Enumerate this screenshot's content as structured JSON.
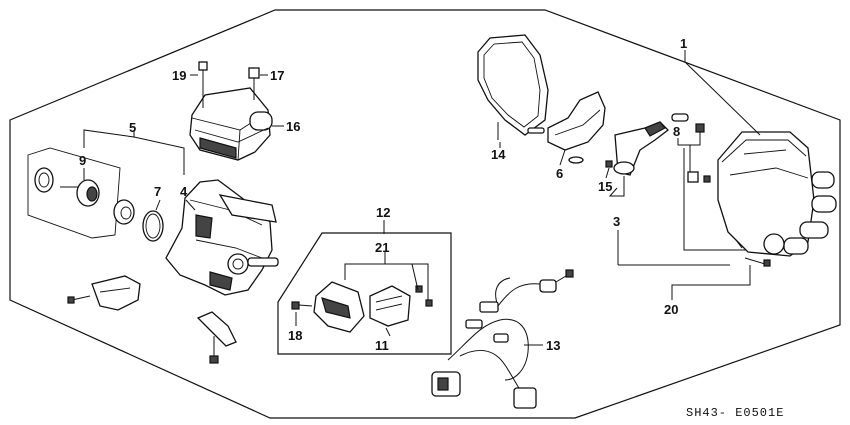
{
  "callouts": [
    {
      "id": "c1",
      "text": "1"
    },
    {
      "id": "c3",
      "text": "3"
    },
    {
      "id": "c4",
      "text": "4"
    },
    {
      "id": "c5",
      "text": "5"
    },
    {
      "id": "c6",
      "text": "6"
    },
    {
      "id": "c7",
      "text": "7"
    },
    {
      "id": "c8",
      "text": "8"
    },
    {
      "id": "c9",
      "text": "9"
    },
    {
      "id": "c11",
      "text": "11"
    },
    {
      "id": "c12",
      "text": "12"
    },
    {
      "id": "c13",
      "text": "13"
    },
    {
      "id": "c14",
      "text": "14"
    },
    {
      "id": "c15",
      "text": "15"
    },
    {
      "id": "c16",
      "text": "16"
    },
    {
      "id": "c17",
      "text": "17"
    },
    {
      "id": "c18",
      "text": "18"
    },
    {
      "id": "c19",
      "text": "19"
    },
    {
      "id": "c20",
      "text": "20"
    },
    {
      "id": "c21",
      "text": "21"
    }
  ],
  "diagram_code": "SH43- E0501E"
}
